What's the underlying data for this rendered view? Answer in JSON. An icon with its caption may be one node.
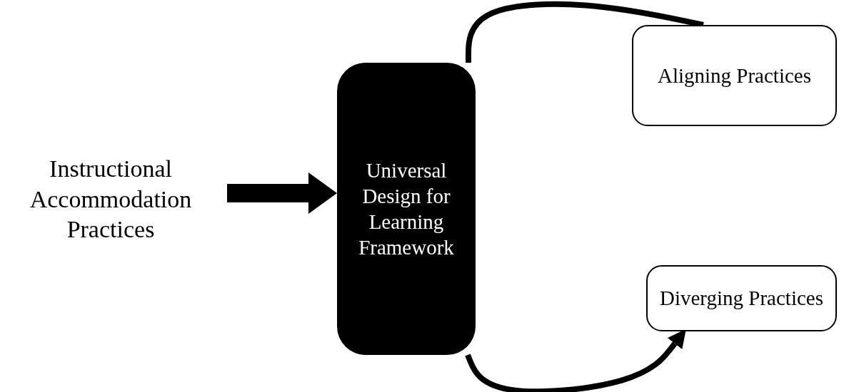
{
  "diagram": {
    "nodes": [
      {
        "text": [
          "Instructional Accommodation Practices"
        ]
      },
      {
        "text": [
          "Universal Design for Learning Framework"
        ]
      },
      {
        "text": [
          "Aligning Practices"
        ]
      },
      {
        "text": [
          "Diverging Practices"
        ]
      }
    ],
    "edges": [
      {
        "from": 0,
        "to": 1,
        "arrow": "to",
        "style": "thick"
      },
      {
        "from": 1,
        "to": 2,
        "arrow": "none"
      },
      {
        "from": 1,
        "to": 3,
        "arrow": "to"
      }
    ]
  }
}
